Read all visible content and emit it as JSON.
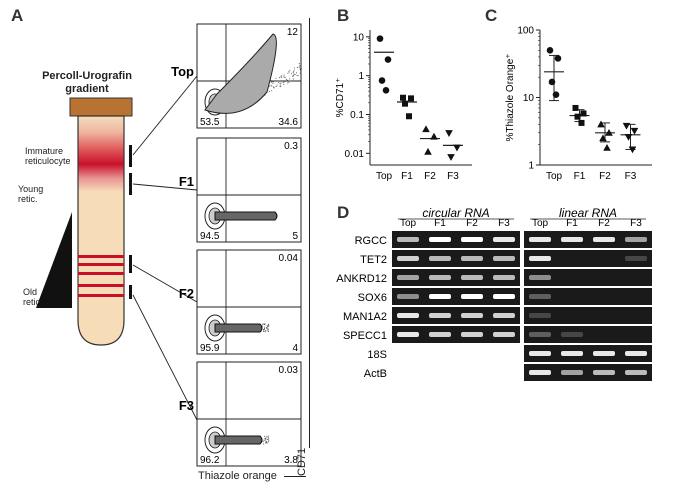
{
  "panel_labels": {
    "a": "A",
    "b": "B",
    "c": "C",
    "d": "D"
  },
  "gradient": {
    "title_line1": "Percoll-Urografin",
    "title_line2": "gradient",
    "label_immature_1": "Immature",
    "label_immature_2": "reticulocyte",
    "label_young_1": "Young",
    "label_young_2": "retic.",
    "label_old_1": "Old",
    "label_old_2": "retic."
  },
  "flow": {
    "x_axis_label": "Thiazole orange",
    "y_axis_label": "CD71",
    "plots": [
      {
        "name": "Top",
        "upper_right": "12",
        "lower_left": "53.5",
        "lower_right": "34.6"
      },
      {
        "name": "F1",
        "upper_right": "0.3",
        "lower_left": "94.5",
        "lower_right": "5"
      },
      {
        "name": "F2",
        "upper_right": "0.04",
        "lower_left": "95.9",
        "lower_right": "4"
      },
      {
        "name": "F3",
        "upper_right": "0.03",
        "lower_left": "96.2",
        "lower_right": "3.8"
      }
    ]
  },
  "chart_data": [
    {
      "type": "scatter",
      "panel": "B",
      "ylabel": "%CD71⁺",
      "y_scale": "log",
      "ylim": [
        0.005,
        15
      ],
      "y_ticks": [
        "10",
        "1",
        "0.1",
        "0.01"
      ],
      "y_tick_values": [
        10,
        1,
        0.1,
        0.01
      ],
      "categories": [
        "Top",
        "F1",
        "F2",
        "F3"
      ],
      "markers": [
        "circle",
        "square",
        "triangle-up",
        "triangle-down"
      ],
      "points": [
        [
          9.0,
          2.6,
          0.75,
          0.42
        ],
        [
          0.27,
          0.26,
          0.19,
          0.09
        ],
        [
          0.042,
          0.027,
          0.011
        ],
        [
          0.033,
          0.014,
          0.008
        ]
      ],
      "center": [
        4.0,
        0.21,
        0.024,
        0.016
      ]
    },
    {
      "type": "scatter",
      "panel": "C",
      "ylabel": "%Thiazole Orange⁺",
      "y_scale": "log",
      "ylim": [
        1,
        100
      ],
      "y_ticks": [
        "100",
        "10",
        "1"
      ],
      "y_tick_values": [
        100,
        10,
        1
      ],
      "categories": [
        "Top",
        "F1",
        "F2",
        "F3"
      ],
      "markers": [
        "circle",
        "square",
        "triangle-up",
        "triangle-down"
      ],
      "points": [
        [
          50,
          38,
          17,
          11
        ],
        [
          7.0,
          5.8,
          5.2,
          4.2
        ],
        [
          4.0,
          3.0,
          2.5,
          1.8
        ],
        [
          3.8,
          3.2,
          2.6,
          1.7
        ]
      ],
      "center": [
        24,
        5.4,
        3.0,
        2.8
      ],
      "error_low": [
        9,
        4.4,
        2.2,
        1.7
      ],
      "error_high": [
        42,
        6.6,
        4.2,
        4.0
      ]
    }
  ],
  "gel": {
    "header_circular": "circular RNA",
    "header_linear": "linear RNA",
    "lanes": [
      "Top",
      "F1",
      "F2",
      "F3"
    ],
    "genes": [
      "RGCC",
      "TET2",
      "ANKRD12",
      "SOX6",
      "MAN1A2",
      "SPECC1",
      "18S",
      "ActB"
    ],
    "circular_intensity": [
      [
        0.7,
        1.0,
        1.0,
        0.9
      ],
      [
        0.8,
        0.7,
        0.7,
        0.7
      ],
      [
        0.6,
        0.7,
        0.7,
        0.7
      ],
      [
        0.5,
        1.0,
        1.0,
        1.0
      ],
      [
        0.9,
        0.8,
        0.8,
        0.8
      ],
      [
        0.9,
        0.8,
        0.8,
        0.8
      ],
      null,
      null
    ],
    "linear_intensity": [
      [
        0.9,
        0.9,
        0.9,
        0.6
      ],
      [
        0.9,
        0.0,
        0.0,
        0.2
      ],
      [
        0.5,
        0.0,
        0.0,
        0.0
      ],
      [
        0.3,
        0.0,
        0.0,
        0.0
      ],
      [
        0.2,
        0.0,
        0.0,
        0.0
      ],
      [
        0.3,
        0.2,
        0.0,
        0.0
      ],
      [
        0.9,
        0.9,
        0.9,
        0.9
      ],
      [
        0.9,
        0.6,
        0.7,
        0.7
      ]
    ]
  }
}
